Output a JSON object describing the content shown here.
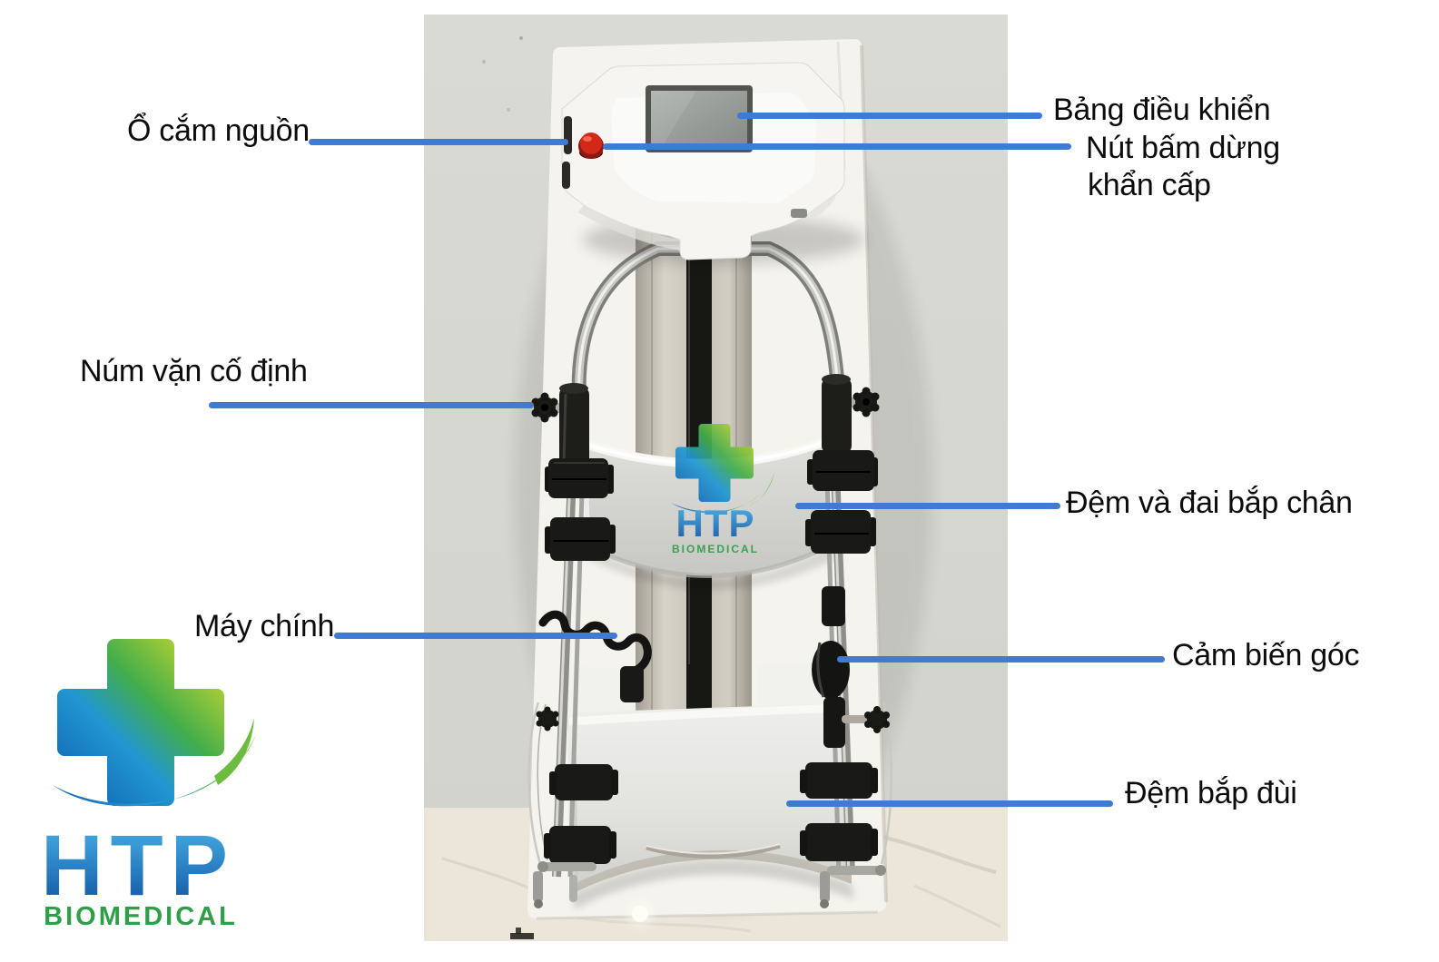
{
  "annotation": {
    "line_color": "#3d7cd0",
    "text_color": "#0c0c0c"
  },
  "labels": {
    "power_socket": "Ổ cắm nguồn",
    "control_panel": "Bảng điều khiển",
    "emergency_stop_1": "Nút bấm dừng",
    "emergency_stop_2": "khẩn cấp",
    "fixing_knob": "Núm vặn cố định",
    "calf_pad": "Đệm và đai bắp chân",
    "main_unit": "Máy chính",
    "angle_sensor": "Cảm biến góc",
    "thigh_pad": "Đệm bắp đùi"
  },
  "logo": {
    "name": "HTP",
    "subtitle": "BIOMEDICAL",
    "blue": "#0d4f9e",
    "green": "#2f9e49"
  },
  "watermark": {
    "name": "HTP",
    "subtitle": "BIOMEDICAL"
  }
}
